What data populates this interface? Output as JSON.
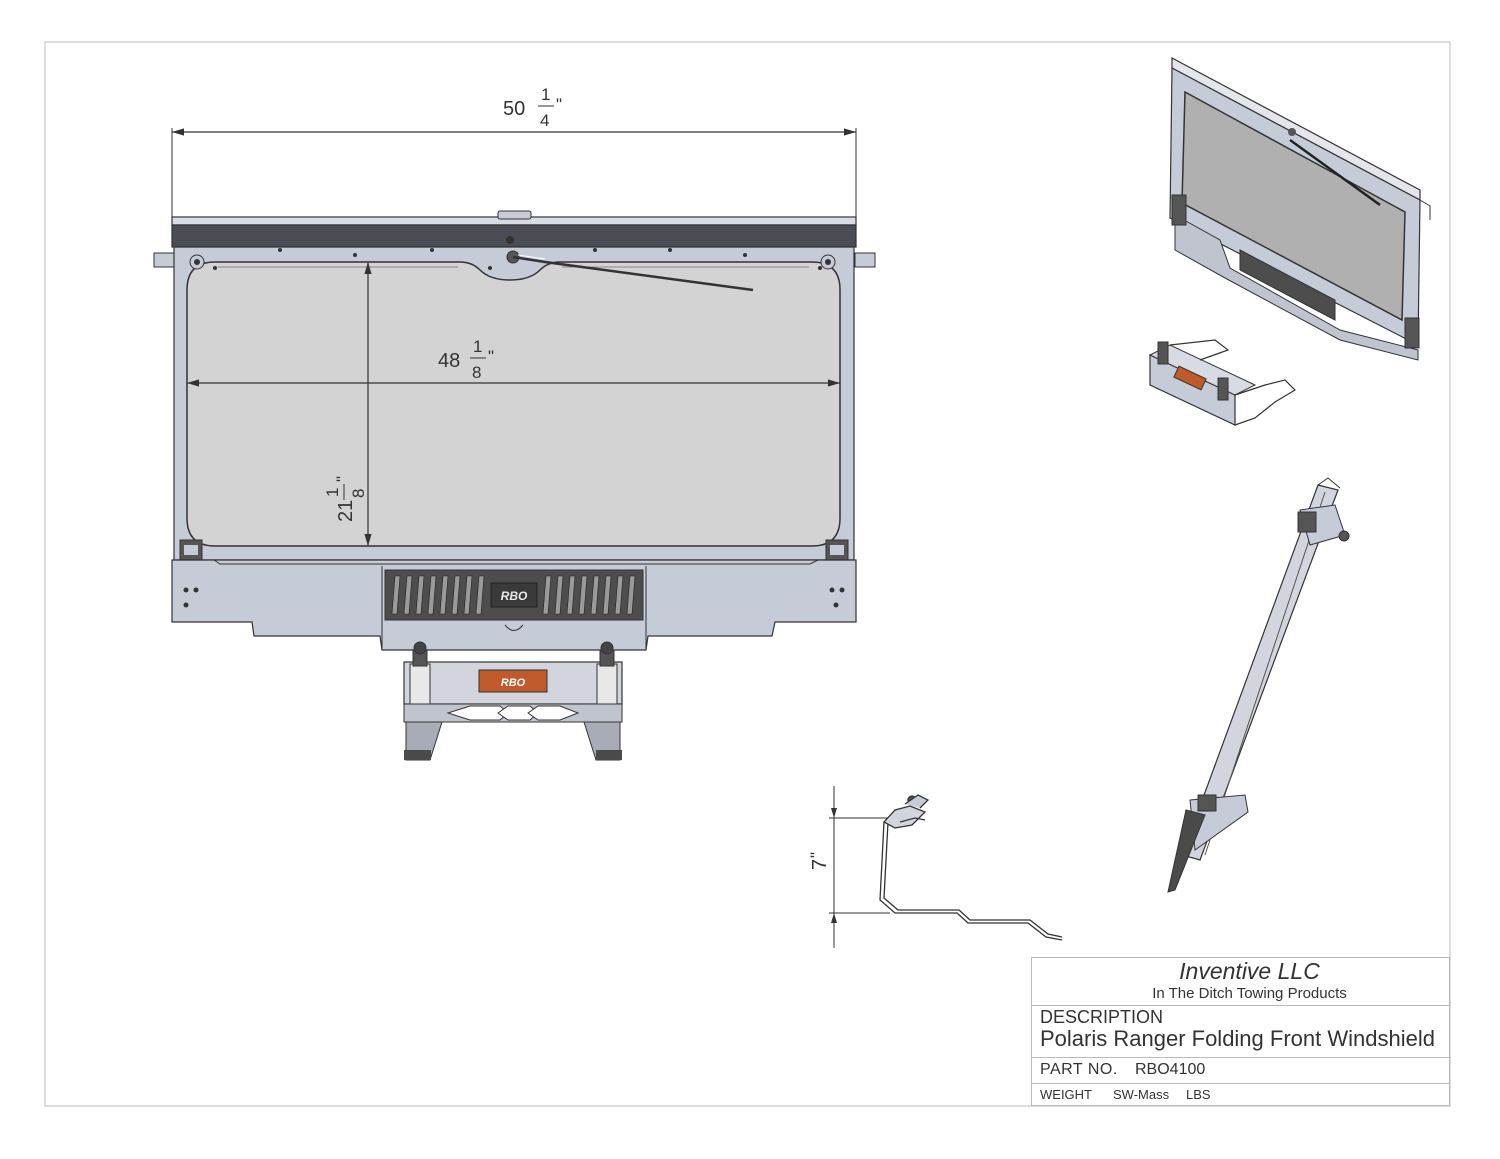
{
  "dimensions": {
    "overall_width": {
      "whole": "50",
      "num": "1",
      "den": "4",
      "unit": "\""
    },
    "glass_width": {
      "whole": "48",
      "num": "1",
      "den": "8",
      "unit": "\""
    },
    "glass_height": {
      "whole": "21",
      "num": "1",
      "den": "8",
      "unit": "\""
    },
    "bracket_height": {
      "value": "7",
      "unit": "\""
    }
  },
  "title_block": {
    "company": "Inventive LLC",
    "subtitle": "In The Ditch Towing Products",
    "description_label": "DESCRIPTION",
    "description": "Polaris Ranger Folding Front Windshield",
    "part_no_label": "PART NO.",
    "part_no": "RBO4100",
    "weight_label": "WEIGHT",
    "weight_value": "SW-Mass",
    "weight_unit": "LBS"
  },
  "logo": {
    "text": "RBO"
  },
  "colors": {
    "line": "#333333",
    "glass": "#d3d3d3",
    "frame": "#c6cbd8",
    "steel": "#b8bcc8"
  }
}
